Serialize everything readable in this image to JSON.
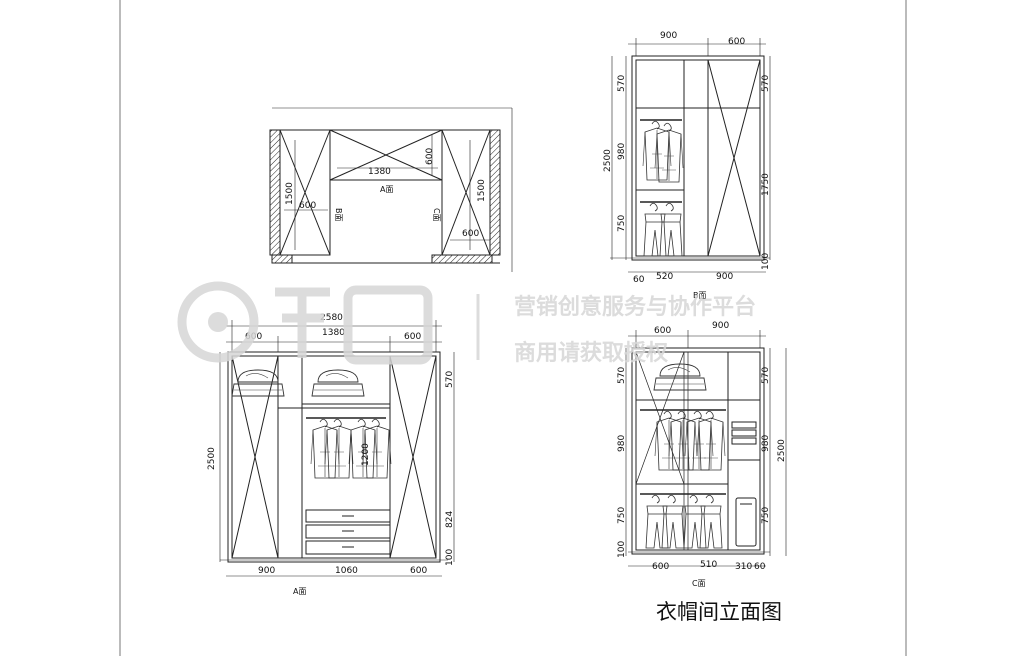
{
  "title": "衣帽间立面图",
  "watermark": {
    "line1": "营销创意服务与协作平台",
    "line2": "商用请获取授权"
  },
  "plan": {
    "labels": {
      "a": "A面",
      "b": "B面",
      "c": "C面"
    },
    "dims": {
      "top_width": "1380",
      "top_depth": "600",
      "left_len": "1500",
      "left_depth": "600",
      "right_len": "1500",
      "right_depth": "600"
    }
  },
  "elev_b": {
    "label": "B面",
    "top": [
      "900",
      "600"
    ],
    "left": [
      "570",
      "980",
      "750"
    ],
    "total_h": "2500",
    "right": [
      "570",
      "1750",
      "100"
    ],
    "bottom": [
      "60",
      "520",
      "900"
    ]
  },
  "elev_a": {
    "label": "A面",
    "overall": "2580",
    "top": [
      "600",
      "1380",
      "600"
    ],
    "total_h": "2500",
    "right": [
      "570",
      "1200",
      "824",
      "100"
    ],
    "bottom": [
      "900",
      "1060",
      "600"
    ]
  },
  "elev_c": {
    "label": "C面",
    "top": [
      "600",
      "900"
    ],
    "left": [
      "570",
      "980",
      "750",
      "100"
    ],
    "right": [
      "570",
      "980",
      "750"
    ],
    "total_h": "2500",
    "bottom": [
      "600",
      "510",
      "310",
      "60"
    ]
  }
}
